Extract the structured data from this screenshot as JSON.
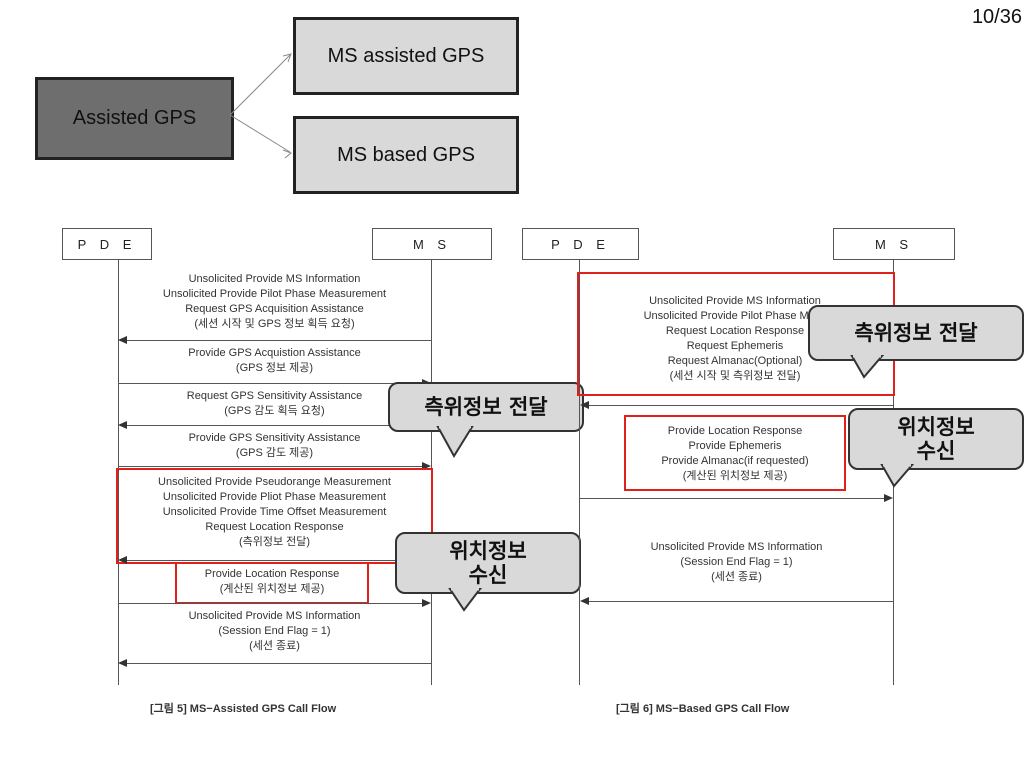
{
  "page_number": "10/36",
  "top_diagram": {
    "root": "Assisted GPS",
    "children": [
      "MS assisted GPS",
      "MS based GPS"
    ]
  },
  "left_flow": {
    "pde": "P D E",
    "ms": "M S",
    "messages": [
      [
        "Unsolicited Provide MS Information",
        "Unsolicited Provide Pilot Phase Measurement",
        "Request GPS Acquisition Assistance",
        "(세션 시작 및 GPS 정보 획득 요청)"
      ],
      [
        "Provide GPS Acquistion Assistance",
        "(GPS 정보 제공)"
      ],
      [
        "Request GPS Sensitivity Assistance",
        "(GPS 감도 획득 요청)"
      ],
      [
        "Provide GPS Sensitivity Assistance",
        "(GPS 감도 제공)"
      ],
      [
        "Unsolicited Provide Pseudorange Measurement",
        "Unsolicited Provide Pliot Phase Measurement",
        "Unsolicited Provide Time Offset Measurement",
        "Request Location Response",
        "(측위정보 전달)"
      ],
      [
        "Provide Location Response",
        "(계산된 위치정보 제공)"
      ],
      [
        "Unsolicited Provide MS Information",
        "(Session End Flag = 1)",
        "(세션 종료)"
      ]
    ],
    "caption": "[그림 5] MS−Assisted GPS Call Flow",
    "callout_1": "측위정보 전달",
    "callout_2": [
      "위치정보",
      "수신"
    ]
  },
  "right_flow": {
    "pde": "P D E",
    "ms": "M S",
    "messages": [
      [
        "Unsolicited Provide MS Information",
        "Unsolicited Provide Pilot Phase Meas",
        "Request Location Response",
        "Request Ephemeris",
        "Request Almanac(Optional)",
        "(세션 시작 및 측위정보 전달)"
      ],
      [
        "Provide Location Response",
        "Provide Ephemeris",
        "Provide Almanac(if requested)",
        "(계산된 위치정보 제공)"
      ],
      [
        "Unsolicited Provide MS Information",
        "(Session End Flag = 1)",
        "(세션 종료)"
      ]
    ],
    "caption": "[그림 6] MS−Based GPS Call Flow",
    "callout_1": "측위정보 전달",
    "callout_2": [
      "위치정보",
      "수신"
    ]
  },
  "colors": {
    "highlight": "#e0201c",
    "callout_fill": "#d9d9d9",
    "root_fill": "#6e6e6e",
    "child_fill": "#d9d9d9"
  }
}
